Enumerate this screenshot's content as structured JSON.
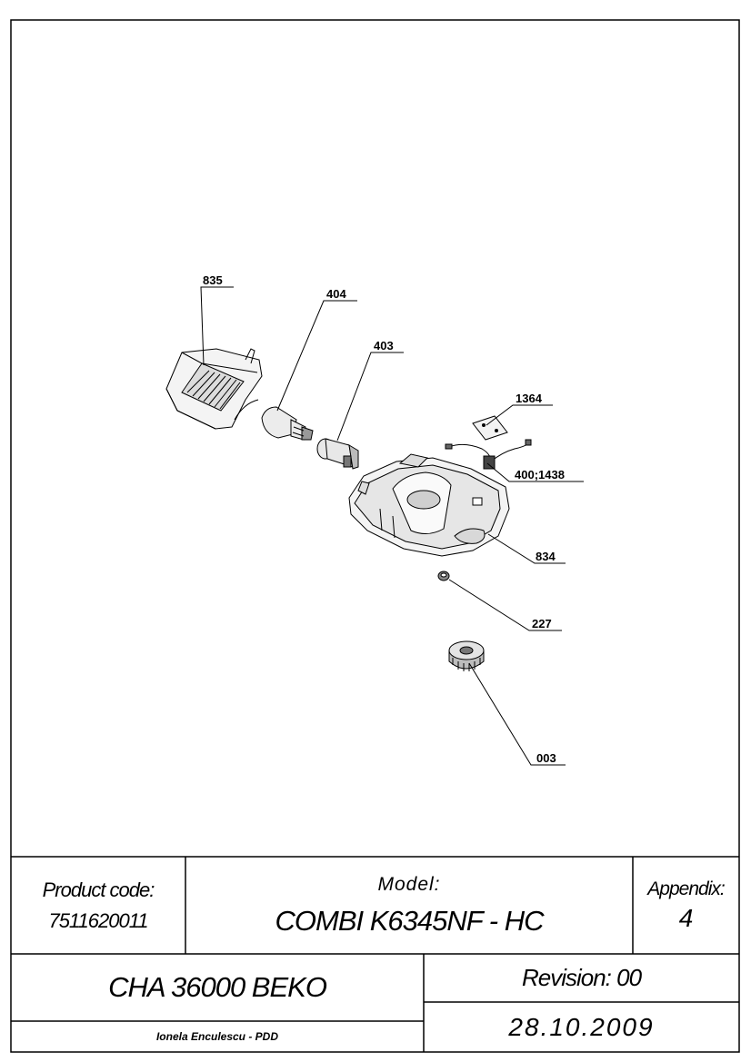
{
  "callouts": {
    "c835": "835",
    "c404": "404",
    "c403": "403",
    "c1364": "1364",
    "c400": "400;1438",
    "c834": "834",
    "c227": "227",
    "c003": "003"
  },
  "title_block": {
    "product_code_label": "Product code:",
    "product_code": "7511620011",
    "model_label": "Model:",
    "model": "COMBI K6345NF - HC",
    "appendix_label": "Appendix:",
    "appendix": "4",
    "chassis": "CHA 36000 BEKO",
    "revision": "Revision: 00",
    "author": "Ionela Enculescu - PDD",
    "date": "28.10.2009"
  }
}
